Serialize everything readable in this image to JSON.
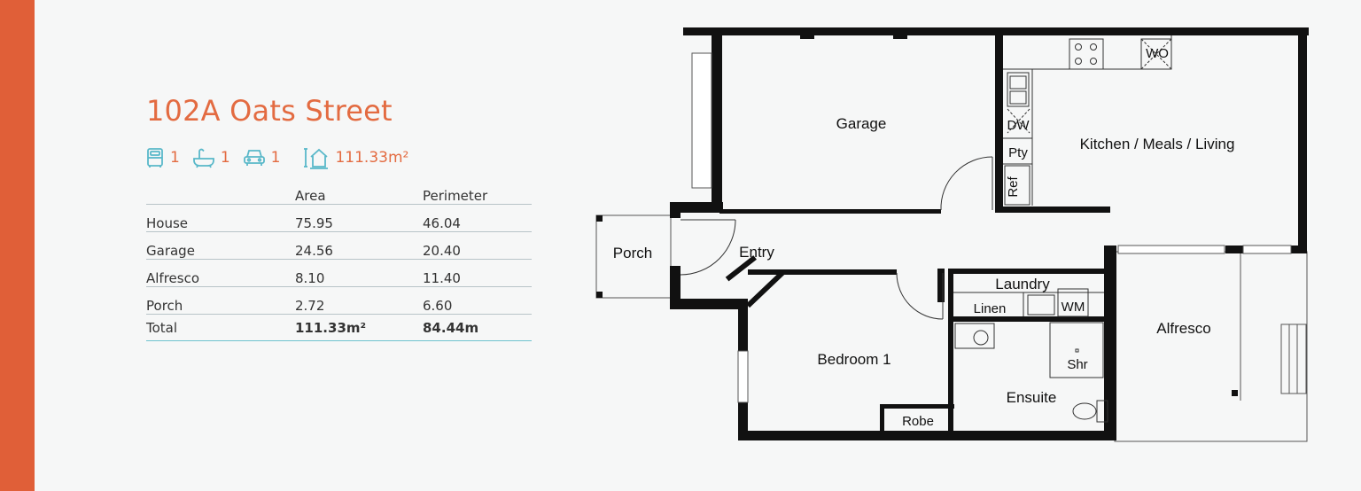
{
  "brand": {
    "accent": "#e05f38",
    "title_color": "#e36b41",
    "icon_color": "#59b8c9"
  },
  "listing": {
    "title": "102A Oats Street",
    "features": {
      "bedrooms": "1",
      "bathrooms": "1",
      "car_spaces": "1",
      "total_area": "111.33m²"
    }
  },
  "area_table": {
    "headers": {
      "area": "Area",
      "perimeter": "Perimeter"
    },
    "rows": [
      {
        "label": "House",
        "area": "75.95",
        "perimeter": "46.04"
      },
      {
        "label": "Garage",
        "area": "24.56",
        "perimeter": "20.40"
      },
      {
        "label": "Alfresco",
        "area": "8.10",
        "perimeter": "11.40"
      },
      {
        "label": "Porch",
        "area": "2.72",
        "perimeter": "6.60"
      }
    ],
    "total": {
      "label": "Total",
      "area": "111.33m²",
      "perimeter": "84.44m"
    }
  },
  "floorplan": {
    "rooms": {
      "garage": "Garage",
      "kitchen": "Kitchen / Meals / Living",
      "porch": "Porch",
      "entry": "Entry",
      "laundry": "Laundry",
      "linen": "Linen",
      "alfresco": "Alfresco",
      "bedroom": "Bedroom 1",
      "ensuite": "Ensuite",
      "robe": "Robe"
    },
    "fixtures": {
      "wall_oven": "WO",
      "dishwasher": "DW",
      "pantry": "Pty",
      "fridge": "Ref",
      "washing_machine": "WM",
      "shower": "Shr"
    }
  }
}
